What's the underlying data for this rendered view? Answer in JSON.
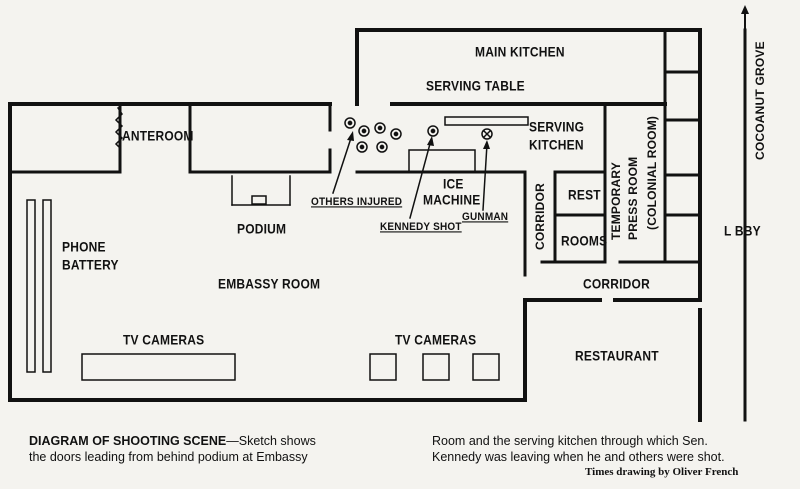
{
  "labels": {
    "main_kitchen": "MAIN KITCHEN",
    "serving_table": "SERVING TABLE",
    "serving_kitchen": [
      "SERVING",
      "KITCHEN"
    ],
    "anteroom": "ANTEROOM",
    "others_injured": "OTHERS INJURED",
    "ice_machine": [
      "ICE",
      "MACHINE"
    ],
    "kennedy_shot": "KENNEDY SHOT",
    "gunman": "GUNMAN",
    "podium": "PODIUM",
    "corridor_vertical": "CORRIDOR",
    "rest": "REST",
    "rooms": "ROOMS",
    "temporary_press_room": [
      "TEMPORARY",
      "PRESS ROOM"
    ],
    "colonial_room": "(COLONIAL ROOM)",
    "cocoanut_grove": "COCOANUT GROVE",
    "lobby": "L BBY",
    "phone_battery": [
      "PHONE",
      "BATTERY"
    ],
    "embassy_room": "EMBASSY ROOM",
    "corridor_horizontal": "CORRIDOR",
    "tv_cameras_left": "TV CAMERAS",
    "tv_cameras_right": "TV CAMERAS",
    "restaurant": "RESTAURANT"
  },
  "caption": {
    "heading": "DIAGRAM OF SHOOTING SCENE",
    "text_left_line1": "—Sketch shows",
    "text_left_line2": "the doors leading from behind podium at Embassy",
    "text_right_line1": "Room and the serving kitchen through which Sen.",
    "text_right_line2": "Kennedy was leaving when he and others were shot.",
    "credit": "Times drawing by Oliver French"
  },
  "colors": {
    "ink": "#111111",
    "paper": "#f4f3ef"
  }
}
